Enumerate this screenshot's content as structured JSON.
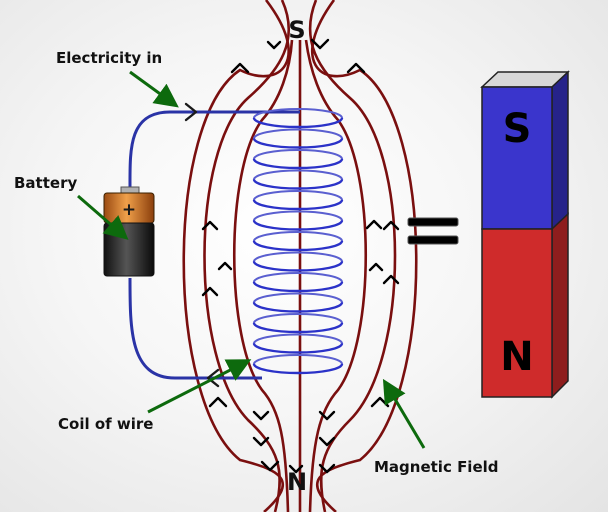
{
  "labels": {
    "electricity_in": "Electricity in",
    "battery": "Battery",
    "coil_of_wire": "Coil of wire",
    "magnetic_field": "Magnetic Field"
  },
  "coil": {
    "top_pole": "S",
    "bottom_pole": "N"
  },
  "magnet": {
    "south": "S",
    "north": "N"
  },
  "battery": {
    "plus": "+"
  },
  "colors": {
    "coil_wire": "#2b32c8",
    "field_lines": "#7a0f0f",
    "pointer_arrows": "#0d6a0d",
    "magnet_south": "#3a35cc",
    "magnet_north": "#cf2b2b",
    "battery_copper": "#f0a04a"
  }
}
